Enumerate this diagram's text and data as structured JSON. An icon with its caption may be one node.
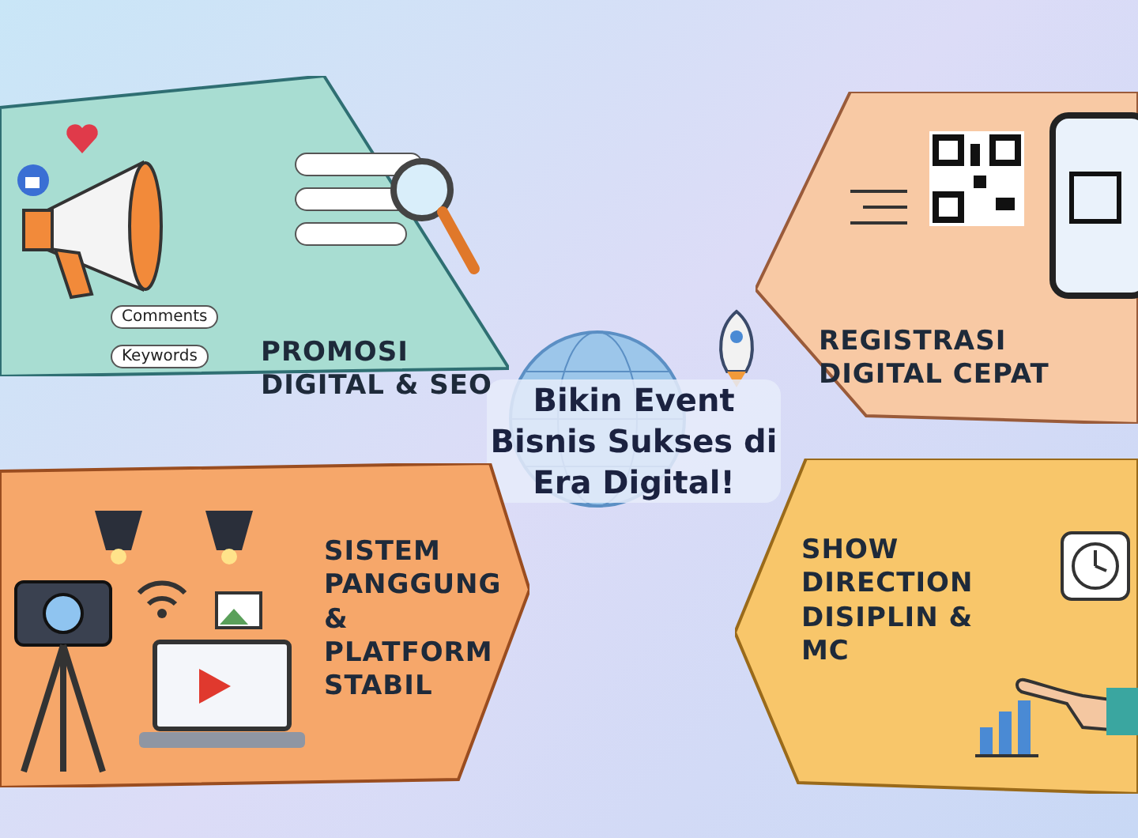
{
  "diagram": {
    "title": "Bikin Event Bisnis Sukses di Era Digital!",
    "nodes": [
      {
        "text": [
          "PROMOSI DIGITAL & SEO"
        ]
      },
      {
        "text": [
          "REGISTRASI DIGITAL CEPAT"
        ]
      },
      {
        "text": [
          "SISTEM PANGGUNG & PLATFORM STABIL"
        ]
      },
      {
        "text": [
          "SHOW DIRECTION DISIPLIN & MC"
        ]
      }
    ],
    "labels": [
      "Comments",
      "Keywords"
    ]
  }
}
